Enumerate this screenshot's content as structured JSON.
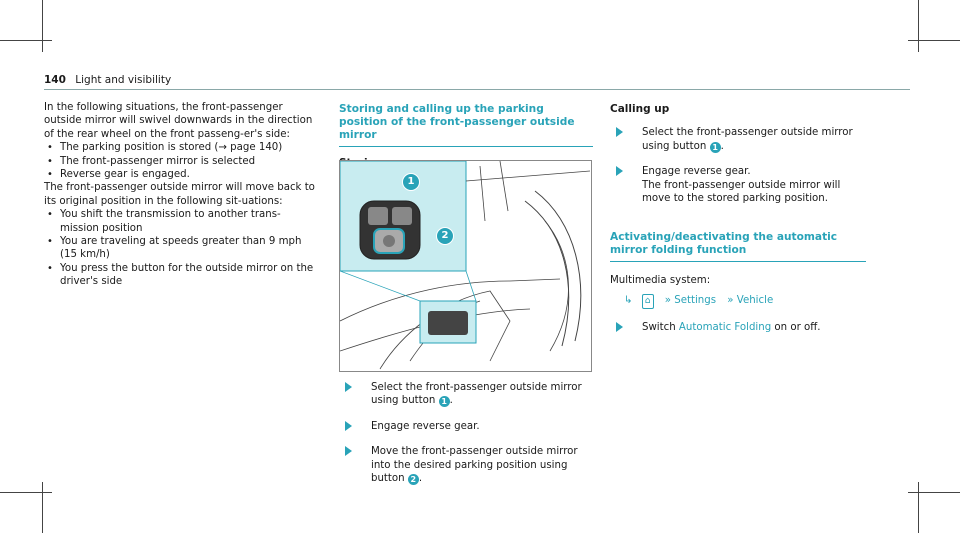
{
  "header": {
    "page_number": "140",
    "section": "Light and visibility"
  },
  "left": {
    "intro": "In the following situations, the front-passenger outside mirror will swivel downwards in the direction of the rear wheel on the front passeng-er's side:",
    "bullets1": [
      "The parking position is stored (→ page 140)",
      "The front-passenger mirror is selected",
      "Reverse gear is engaged."
    ],
    "para2": "The front-passenger outside mirror will move back to its original position in the following sit-uations:",
    "bullets2": [
      "You shift the transmission to another trans-mission position",
      "You are traveling at speeds greater than 9 mph (15 km/h)",
      "You press the button for the outside mirror on the driver's side"
    ]
  },
  "middle": {
    "heading": "Storing and calling up the parking position of the front-passenger outside mirror",
    "subheading": "Storing",
    "figure_badges": [
      "1",
      "2"
    ],
    "steps": [
      {
        "pre": "Select the front-passenger outside mirror using button ",
        "badge": "1",
        "post": "."
      },
      {
        "pre": "Engage reverse gear.",
        "badge": "",
        "post": ""
      },
      {
        "pre": "Move the front-passenger outside mirror into the desired parking position using button ",
        "badge": "2",
        "post": "."
      }
    ]
  },
  "right": {
    "subheading": "Calling up",
    "steps": [
      {
        "pre": "Select the front-passenger outside mirror using button ",
        "badge": "1",
        "post": "."
      },
      {
        "pre": "Engage reverse gear.",
        "badge": "",
        "post": "",
        "extra": "The front-passenger outside mirror will move to the stored parking position."
      }
    ],
    "heading2": "Activating/deactivating the automatic mirror folding function",
    "system_label": "Multimedia system:",
    "nav": {
      "settings": "Settings",
      "vehicle": "Vehicle"
    },
    "switch_pre": "Switch ",
    "switch_link": "Automatic Folding",
    "switch_post": " on or off."
  },
  "colors": {
    "accent": "#29a3b8",
    "figure_highlight": "#c8ecf0"
  },
  "icons": [
    "home-icon",
    "menu-path-arrow-icon",
    "double-chevron-icon",
    "step-arrow-icon"
  ]
}
